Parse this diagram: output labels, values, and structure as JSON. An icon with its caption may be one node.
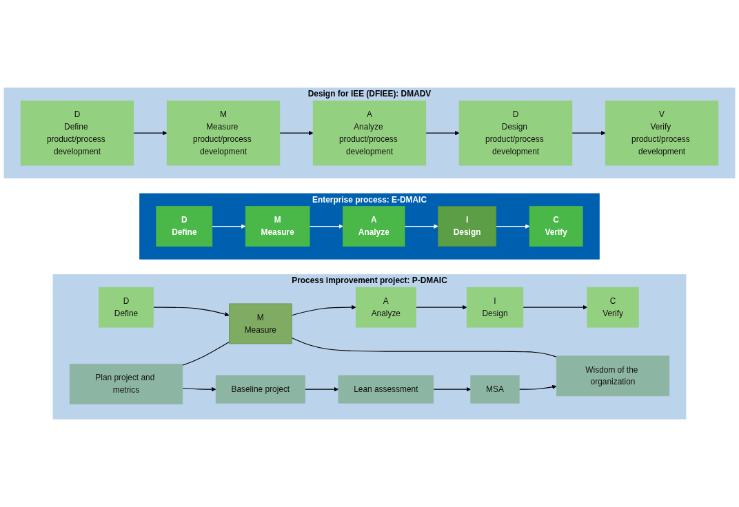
{
  "diagram": {
    "nodes": [
      {
        "text": [
          "Design for IEE (DFIEE): DMADV"
        ]
      },
      {
        "text": [
          "D",
          "Define product/process development"
        ],
        "in": 0
      },
      {
        "text": [
          "M",
          "Measure product/process development"
        ],
        "in": 0
      },
      {
        "text": [
          "A",
          "Analyze product/process development"
        ],
        "in": 0
      },
      {
        "text": [
          "D",
          "Design product/process development"
        ],
        "in": 0
      },
      {
        "text": [
          "V",
          "Verify product/process development"
        ],
        "in": 0
      },
      {
        "text": [
          "Enterprise process: E-DMAIC"
        ]
      },
      {
        "text": [
          "D",
          "Define"
        ],
        "in": 6
      },
      {
        "text": [
          "M",
          "Measure"
        ],
        "in": 6
      },
      {
        "text": [
          "A",
          "Analyze"
        ],
        "in": 6
      },
      {
        "text": [
          "I",
          "Design"
        ],
        "in": 6
      },
      {
        "text": [
          "C",
          "Verify"
        ],
        "in": 6
      },
      {
        "text": [
          "Process improvement project: P-DMAIC"
        ]
      },
      {
        "text": [
          "D",
          "Define"
        ],
        "in": 12
      },
      {
        "text": [
          "M",
          "Measure"
        ],
        "in": 12
      },
      {
        "text": [
          "A",
          "Analyze"
        ],
        "in": 12
      },
      {
        "text": [
          "I",
          "Design"
        ],
        "in": 12
      },
      {
        "text": [
          "C",
          "Verify"
        ],
        "in": 12
      },
      {
        "text": [
          "Plan project and metrics"
        ],
        "in": 12
      },
      {
        "text": [
          "Baseline project"
        ],
        "in": 12
      },
      {
        "text": [
          "Lean assessment"
        ],
        "in": 12
      },
      {
        "text": [
          "MSA"
        ],
        "in": 12
      },
      {
        "text": [
          "Wisdom of the organization"
        ],
        "in": 12
      }
    ],
    "edges": [
      {
        "from": 1,
        "to": 2,
        "arrow": "to"
      },
      {
        "from": 2,
        "to": 3,
        "arrow": "to"
      },
      {
        "from": 3,
        "to": 4,
        "arrow": "to"
      },
      {
        "from": 4,
        "to": 5,
        "arrow": "to"
      },
      {
        "from": 7,
        "to": 8,
        "arrow": "to",
        "color": "#ffffff"
      },
      {
        "from": 8,
        "to": 9,
        "arrow": "to",
        "color": "#ffffff"
      },
      {
        "from": 9,
        "to": 10,
        "arrow": "to",
        "color": "#ffffff"
      },
      {
        "from": 10,
        "to": 11,
        "arrow": "to",
        "color": "#ffffff"
      },
      {
        "from": 13,
        "to": 14,
        "arrow": "to"
      },
      {
        "from": 14,
        "to": 15,
        "arrow": "to"
      },
      {
        "from": 15,
        "to": 16,
        "arrow": "to"
      },
      {
        "from": 16,
        "to": 17,
        "arrow": "to"
      },
      {
        "from": 18,
        "to": 14,
        "arrow": "none"
      },
      {
        "from": 14,
        "to": 22,
        "arrow": "none"
      },
      {
        "from": 18,
        "to": 19,
        "arrow": "to"
      },
      {
        "from": 19,
        "to": 20,
        "arrow": "to"
      },
      {
        "from": 20,
        "to": 21,
        "arrow": "to"
      },
      {
        "from": 21,
        "to": 22,
        "arrow": "to"
      }
    ]
  }
}
